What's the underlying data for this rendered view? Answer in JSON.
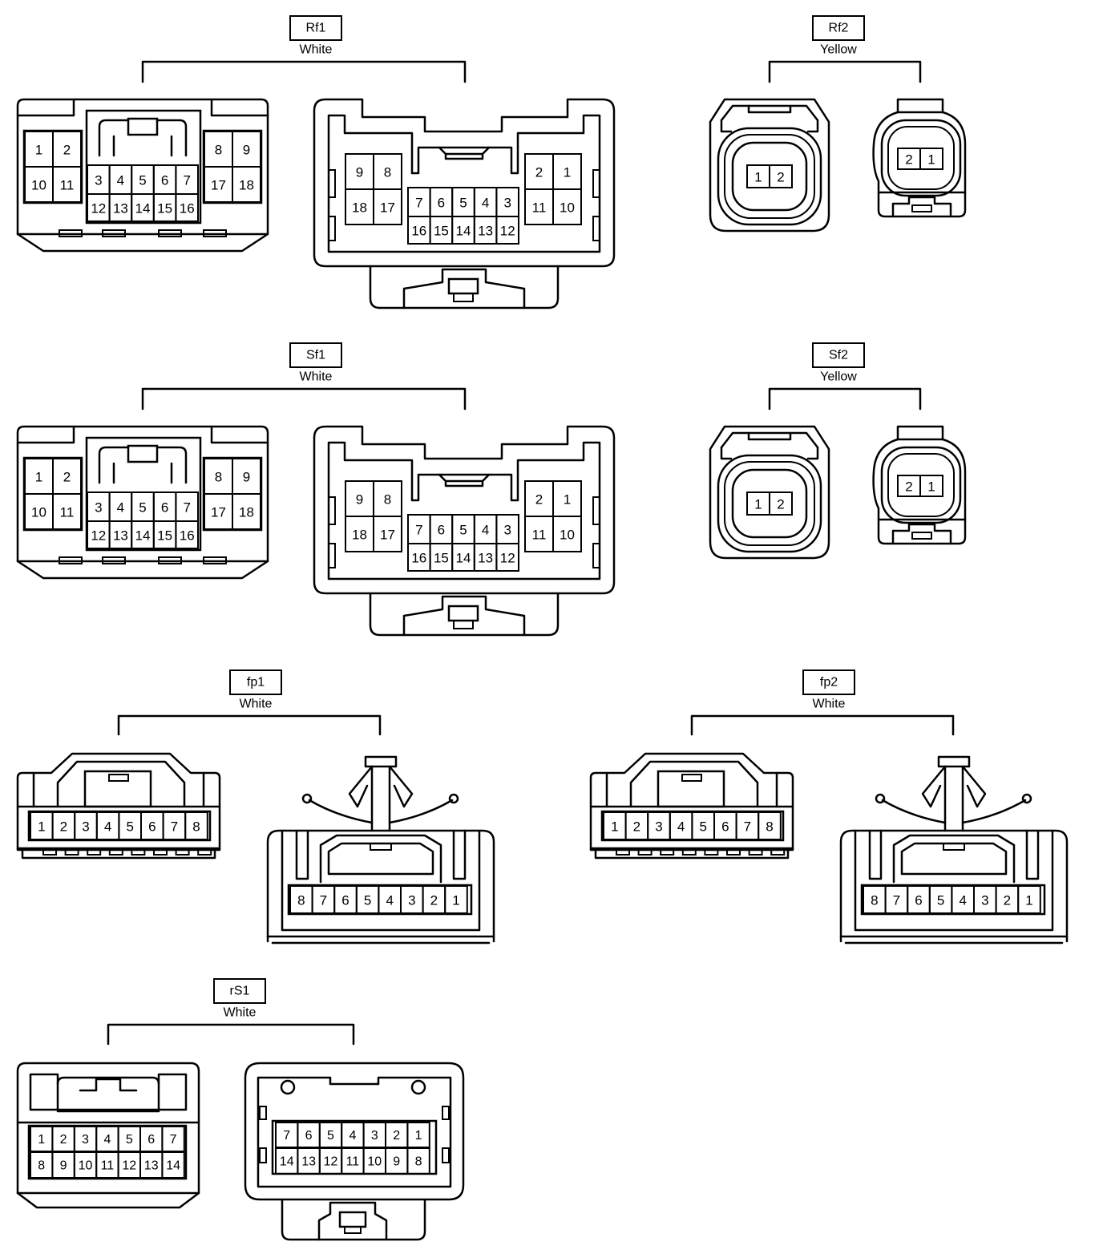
{
  "connector_groups": [
    {
      "id": "Rf1",
      "color": "White",
      "views": [
        {
          "style": "rf-male",
          "pins": [
            {
              "l": "1"
            },
            {
              "l": "2"
            },
            {
              "l": "10"
            },
            {
              "l": "11"
            },
            {
              "l": "3"
            },
            {
              "l": "4"
            },
            {
              "l": "5"
            },
            {
              "l": "6"
            },
            {
              "l": "7"
            },
            {
              "l": "12"
            },
            {
              "l": "13"
            },
            {
              "l": "14"
            },
            {
              "l": "15"
            },
            {
              "l": "16"
            },
            {
              "l": "8"
            },
            {
              "l": "9"
            },
            {
              "l": "17"
            },
            {
              "l": "18"
            }
          ]
        },
        {
          "style": "rf-female",
          "pins": [
            {
              "l": "9"
            },
            {
              "l": "8"
            },
            {
              "l": "18"
            },
            {
              "l": "17"
            },
            {
              "l": "7"
            },
            {
              "l": "6"
            },
            {
              "l": "5"
            },
            {
              "l": "4"
            },
            {
              "l": "3"
            },
            {
              "l": "16"
            },
            {
              "l": "15"
            },
            {
              "l": "14"
            },
            {
              "l": "13"
            },
            {
              "l": "12"
            },
            {
              "l": "2"
            },
            {
              "l": "1"
            },
            {
              "l": "11"
            },
            {
              "l": "10"
            }
          ]
        }
      ]
    },
    {
      "id": "Rf2",
      "color": "Yellow",
      "views": [
        {
          "style": "round-male",
          "pins": [
            {
              "l": "1"
            },
            {
              "l": "2"
            }
          ]
        },
        {
          "style": "round-female",
          "pins": [
            {
              "l": "2"
            },
            {
              "l": "1"
            }
          ]
        }
      ]
    },
    {
      "id": "Sf1",
      "color": "White",
      "views": [
        {
          "style": "rf-male",
          "pins": [
            {
              "l": "1"
            },
            {
              "l": "2"
            },
            {
              "l": "10"
            },
            {
              "l": "11"
            },
            {
              "l": "3"
            },
            {
              "l": "4"
            },
            {
              "l": "5"
            },
            {
              "l": "6"
            },
            {
              "l": "7"
            },
            {
              "l": "12"
            },
            {
              "l": "13"
            },
            {
              "l": "14"
            },
            {
              "l": "15"
            },
            {
              "l": "16"
            },
            {
              "l": "8"
            },
            {
              "l": "9"
            },
            {
              "l": "17"
            },
            {
              "l": "18"
            }
          ]
        },
        {
          "style": "rf-female",
          "pins": [
            {
              "l": "9"
            },
            {
              "l": "8"
            },
            {
              "l": "18"
            },
            {
              "l": "17"
            },
            {
              "l": "7"
            },
            {
              "l": "6"
            },
            {
              "l": "5"
            },
            {
              "l": "4"
            },
            {
              "l": "3"
            },
            {
              "l": "16"
            },
            {
              "l": "15"
            },
            {
              "l": "14"
            },
            {
              "l": "13"
            },
            {
              "l": "12"
            },
            {
              "l": "2"
            },
            {
              "l": "1"
            },
            {
              "l": "11"
            },
            {
              "l": "10"
            }
          ]
        }
      ]
    },
    {
      "id": "Sf2",
      "color": "Yellow",
      "views": [
        {
          "style": "round-male",
          "pins": [
            {
              "l": "1"
            },
            {
              "l": "2"
            }
          ]
        },
        {
          "style": "round-female",
          "pins": [
            {
              "l": "2"
            },
            {
              "l": "1"
            }
          ]
        }
      ]
    },
    {
      "id": "fp1",
      "color": "White",
      "views": [
        {
          "style": "fp-male",
          "pins": [
            {
              "l": "1"
            },
            {
              "l": "2"
            },
            {
              "l": "3"
            },
            {
              "l": "4"
            },
            {
              "l": "5"
            },
            {
              "l": "6"
            },
            {
              "l": "7"
            },
            {
              "l": "8"
            }
          ]
        },
        {
          "style": "fp-female",
          "pins": [
            {
              "l": "8"
            },
            {
              "l": "7"
            },
            {
              "l": "6"
            },
            {
              "l": "5"
            },
            {
              "l": "4"
            },
            {
              "l": "3"
            },
            {
              "l": "2"
            },
            {
              "l": "1"
            }
          ]
        }
      ]
    },
    {
      "id": "fp2",
      "color": "White",
      "views": [
        {
          "style": "fp-male",
          "pins": [
            {
              "l": "1"
            },
            {
              "l": "2"
            },
            {
              "l": "3"
            },
            {
              "l": "4"
            },
            {
              "l": "5"
            },
            {
              "l": "6"
            },
            {
              "l": "7"
            },
            {
              "l": "8"
            }
          ]
        },
        {
          "style": "fp-female",
          "pins": [
            {
              "l": "8"
            },
            {
              "l": "7"
            },
            {
              "l": "6"
            },
            {
              "l": "5"
            },
            {
              "l": "4"
            },
            {
              "l": "3"
            },
            {
              "l": "2"
            },
            {
              "l": "1"
            }
          ]
        }
      ]
    },
    {
      "id": "rS1",
      "color": "White",
      "views": [
        {
          "style": "rs-male",
          "pins": [
            {
              "l": "1"
            },
            {
              "l": "2"
            },
            {
              "l": "3"
            },
            {
              "l": "4"
            },
            {
              "l": "5"
            },
            {
              "l": "6"
            },
            {
              "l": "7"
            },
            {
              "l": "8"
            },
            {
              "l": "9"
            },
            {
              "l": "10"
            },
            {
              "l": "11"
            },
            {
              "l": "12"
            },
            {
              "l": "13"
            },
            {
              "l": "14"
            }
          ]
        },
        {
          "style": "rs-female",
          "pins": [
            {
              "l": "7"
            },
            {
              "l": "6"
            },
            {
              "l": "5"
            },
            {
              "l": "4"
            },
            {
              "l": "3"
            },
            {
              "l": "2"
            },
            {
              "l": "1"
            },
            {
              "l": "14"
            },
            {
              "l": "13"
            },
            {
              "l": "12"
            },
            {
              "l": "11"
            },
            {
              "l": "10"
            },
            {
              "l": "9"
            },
            {
              "l": "8"
            }
          ]
        }
      ]
    }
  ]
}
